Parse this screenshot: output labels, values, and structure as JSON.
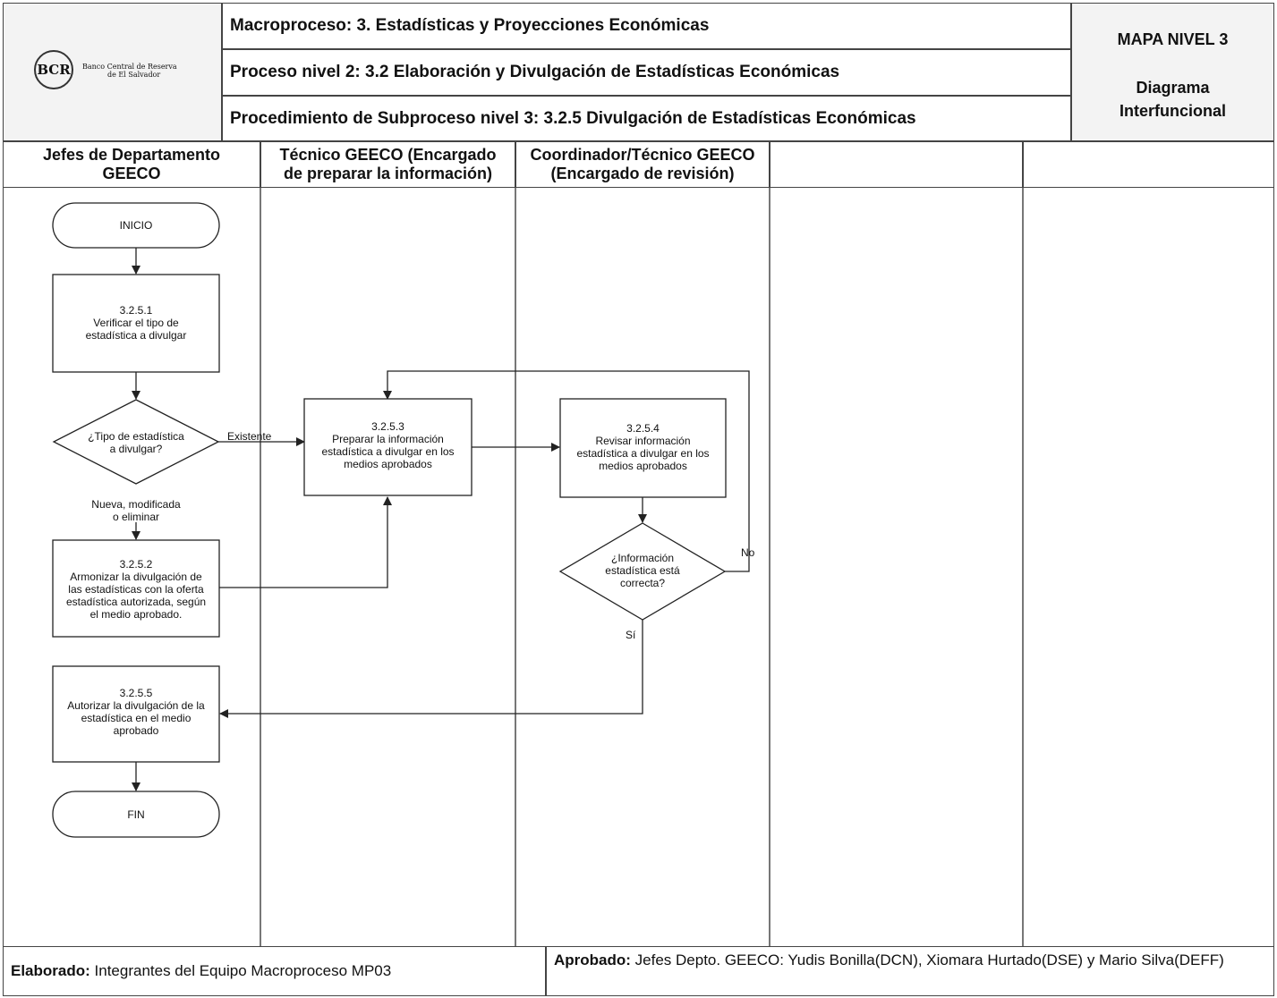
{
  "header": {
    "logo_mark": "BCR",
    "logo_text_line1": "Banco Central de Reserva",
    "logo_text_line2": "de El Salvador",
    "macroproceso": "Macroproceso:  3. Estadísticas y Proyecciones Económicas",
    "proceso": "Proceso nivel 2:  3.2 Elaboración y Divulgación de Estadísticas Económicas",
    "procedimiento": "Procedimiento de Subproceso nivel 3:  3.2.5 Divulgación de Estadísticas Económicas",
    "mapa": "MAPA NIVEL 3",
    "tipo_line1": "Diagrama",
    "tipo_line2": "Interfuncional"
  },
  "lanes": [
    {
      "line1": "Jefes de Departamento",
      "line2": "GEECO"
    },
    {
      "line1": "Técnico GEECO (Encargado",
      "line2": "de preparar la información)"
    },
    {
      "line1": "Coordinador/Técnico GEECO",
      "line2": "(Encargado de revisión)"
    },
    {
      "line1": "",
      "line2": ""
    },
    {
      "line1": "",
      "line2": ""
    }
  ],
  "nodes": {
    "inicio": "INICIO",
    "fin": "FIN",
    "n3251": {
      "id": "3.2.5.1",
      "text": [
        "Verificar el tipo de",
        "estadística a divulgar"
      ]
    },
    "d_tipo": {
      "text": [
        "¿Tipo de estadística",
        "a divulgar?"
      ]
    },
    "n3252": {
      "id": "3.2.5.2",
      "text": [
        "Armonizar la divulgación de",
        "las estadísticas con la oferta",
        "estadística autorizada, según",
        "el medio aprobado."
      ]
    },
    "n3253": {
      "id": "3.2.5.3",
      "text": [
        "Preparar la información",
        "estadística a divulgar en los",
        "medios aprobados"
      ]
    },
    "n3254": {
      "id": "3.2.5.4",
      "text": [
        "Revisar información",
        "estadística a divulgar en los",
        "medios aprobados"
      ]
    },
    "d_correcta": {
      "text": [
        "¿Información",
        "estadística está",
        "correcta?"
      ]
    },
    "n3255": {
      "id": "3.2.5.5",
      "text": [
        "Autorizar la divulgación de la",
        "estadística en el medio",
        "aprobado"
      ]
    }
  },
  "edge_labels": {
    "existente": "Existente",
    "nueva_line1": "Nueva, modificada",
    "nueva_line2": "o eliminar",
    "no": "No",
    "si": "Sí"
  },
  "footer": {
    "elaborado_label": "Elaborado:",
    "elaborado_value": " Integrantes del Equipo Macroproceso MP03",
    "aprobado_label": "Aprobado:",
    "aprobado_value": " Jefes Depto. GEECO: Yudis Bonilla(DCN), Xiomara Hurtado(DSE) y Mario Silva(DEFF)"
  }
}
